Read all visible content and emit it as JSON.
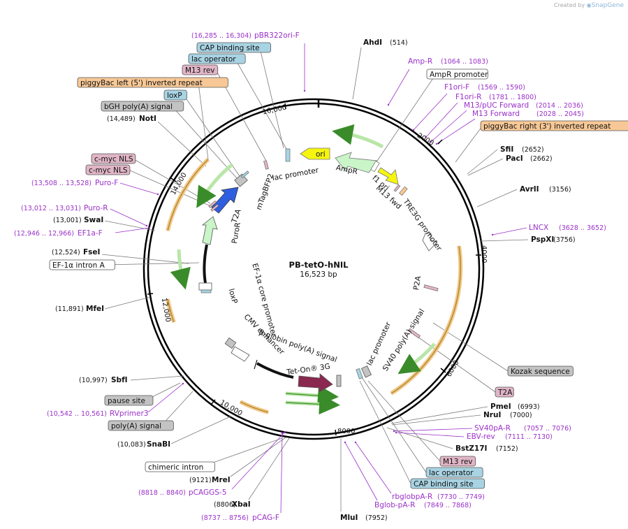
{
  "credit": {
    "prefix": "Created by",
    "brand": "SnapGene"
  },
  "plasmid": {
    "name": "PB-tetO-hNIL",
    "size": "16,523 bp"
  },
  "ticks": [
    "2000",
    "4000",
    "6000",
    "8000",
    "10,000",
    "12,000",
    "14,000",
    "16,000"
  ],
  "enzymes": [
    {
      "name": "AhdI",
      "pos": "(514)"
    },
    {
      "name": "SfiI",
      "pos": "(2652)"
    },
    {
      "name": "PacI",
      "pos": "(2662)"
    },
    {
      "name": "AvrII",
      "pos": "(3156)"
    },
    {
      "name": "PspXI",
      "pos": "(3756)"
    },
    {
      "name": "PmeI",
      "pos": "(6993)"
    },
    {
      "name": "NruI",
      "pos": "(7000)"
    },
    {
      "name": "BstZ17I",
      "pos": "(7152)"
    },
    {
      "name": "MluI",
      "pos": "(7952)"
    },
    {
      "name": "XbaI",
      "pos": "(8806)"
    },
    {
      "name": "MreI",
      "pos": "(9121)"
    },
    {
      "name": "SnaBI",
      "pos": "(10,083)"
    },
    {
      "name": "SbfI",
      "pos": "(10,997)"
    },
    {
      "name": "MfeI",
      "pos": "(11,891)"
    },
    {
      "name": "FseI",
      "pos": "(12,524)"
    },
    {
      "name": "SwaI",
      "pos": "(13,001)"
    },
    {
      "name": "NotI",
      "pos": "(14,489)"
    }
  ],
  "primers": [
    {
      "name": "pBR322ori-F",
      "range": "(16,285 .. 16,304)"
    },
    {
      "name": "Amp-R",
      "range": "(1064 .. 1083)"
    },
    {
      "name": "F1ori-F",
      "range": "(1569 .. 1590)"
    },
    {
      "name": "F1ori-R",
      "range": "(1781 .. 1800)"
    },
    {
      "name": "M13/pUC Forward",
      "range": "(2014 .. 2036)"
    },
    {
      "name": "M13 Forward",
      "range": "(2028 .. 2045)"
    },
    {
      "name": "LNCX",
      "range": "(3628 .. 3652)"
    },
    {
      "name": "SV40pA-R",
      "range": "(7057 .. 7076)"
    },
    {
      "name": "EBV-rev",
      "range": "(7111 .. 7130)"
    },
    {
      "name": "rbglobpA-R",
      "range": "(7730 .. 7749)"
    },
    {
      "name": "Bglob-pA-R",
      "range": "(7849 .. 7868)"
    },
    {
      "name": "pCAGGS-5",
      "range": "(8818 .. 8840)"
    },
    {
      "name": "pCAG-F",
      "range": "(8737 .. 8756)"
    },
    {
      "name": "RVprimer3",
      "range": "(10,542 .. 10,561)"
    },
    {
      "name": "EF1a-F",
      "range": "(12,946 .. 12,966)"
    },
    {
      "name": "Puro-R",
      "range": "(13,012 .. 13,031)"
    },
    {
      "name": "Puro-F",
      "range": "(13,508 .. 13,528)"
    }
  ],
  "feature_labels": {
    "cap_top": "CAP binding site",
    "lac_op_top": "lac operator",
    "m13rev_top": "M13 rev",
    "pb_left": "piggyBac left (5') inverted repeat",
    "loxp_top": "loxP",
    "bgh": "bGH poly(A) signal",
    "cmyc1": "c-myc NLS",
    "cmyc2": "c-myc NLS",
    "ef1a_intron": "EF-1α intron A",
    "ampr_prom": "AmpR promoter",
    "pb_right": "piggyBac right (3') inverted repeat",
    "kozak": "Kozak sequence",
    "t2a_right": "T2A",
    "m13rev_bot": "M13 rev",
    "lac_op_bot": "lac operator",
    "cap_bot": "CAP binding site",
    "chimeric": "chimeric intron",
    "pause": "pause site",
    "polya": "poly(A) signal"
  },
  "inner_labels": {
    "lac_promoter_top": "lac promoter",
    "ori": "ori",
    "ampr": "AmpR",
    "f1ori": "f1 ori",
    "m13fwd": "M13 fwd",
    "tre3g": "TRE3G promoter",
    "p2a": "P2A",
    "sv40": "SV40 poly(A) signal",
    "lac_promoter_bot": "lac promoter",
    "teton": "Tet-On® 3G",
    "bglobin": "β-globin poly(A) signal",
    "cmv": "CMV enhancer",
    "ef1a_core": "EF-1α core promoter",
    "loxp_inner": "loxP",
    "puror": "PuroR",
    "t2a_inner": "T2A",
    "mtagbfp2": "mTagBFP2"
  },
  "colors": {
    "primer": "#9b30c9",
    "gray_box": "#c3c3c3",
    "blue_box": "#a8d3e3",
    "orange_box": "#f7c896",
    "pink_box": "#e0b5c6",
    "teton": "#8a2850",
    "mtagbfp2": "#2f5fe0",
    "ori": "#f5f50f",
    "ampr": "#c9f5c9"
  }
}
